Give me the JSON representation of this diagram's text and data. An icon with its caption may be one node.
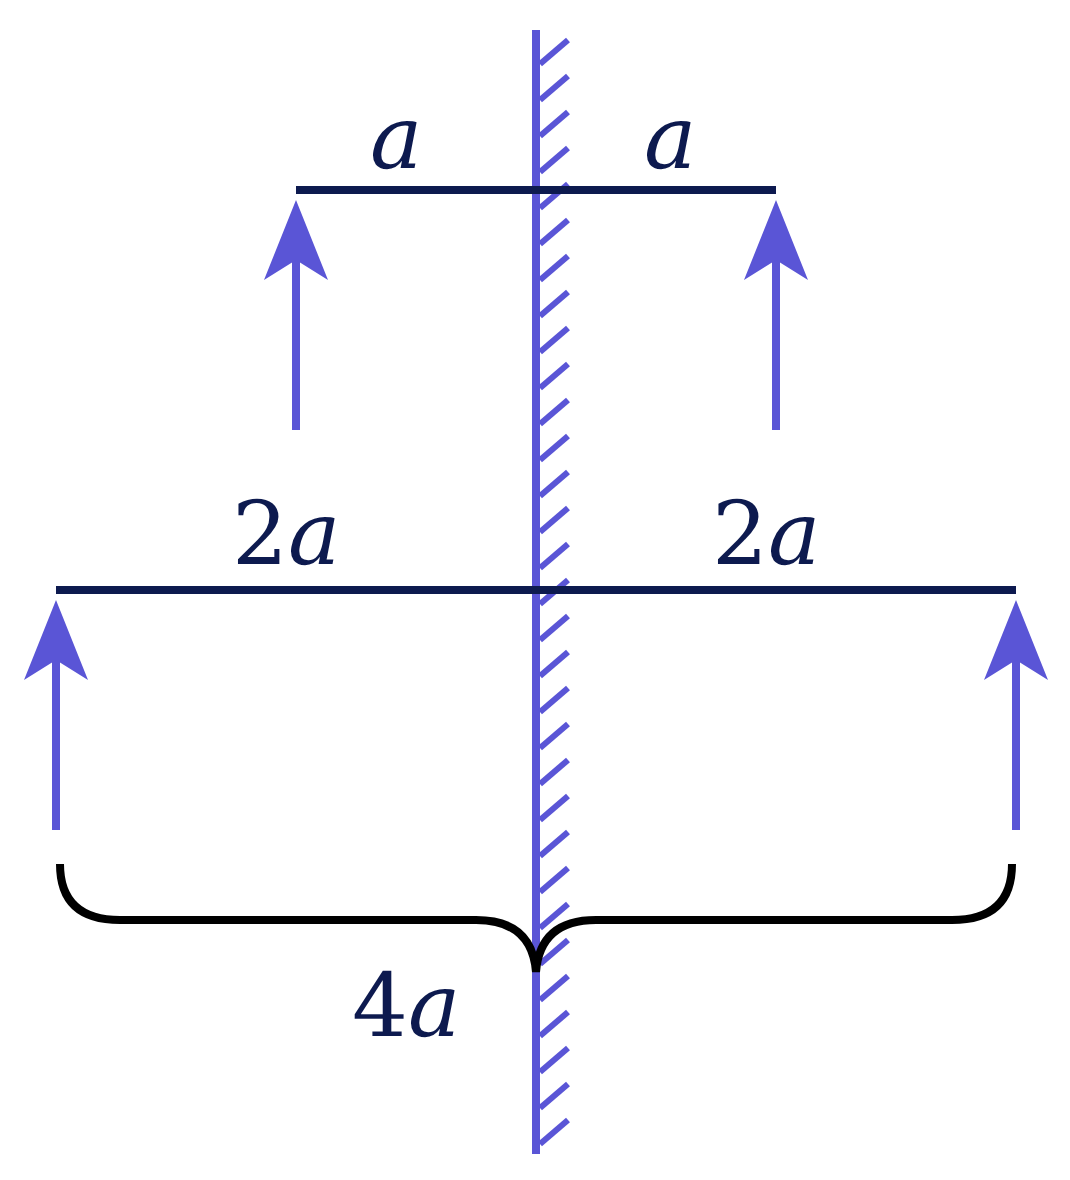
{
  "diagram": {
    "labels": [
      "a",
      "a",
      "2a",
      "2a",
      "4a"
    ]
  }
}
